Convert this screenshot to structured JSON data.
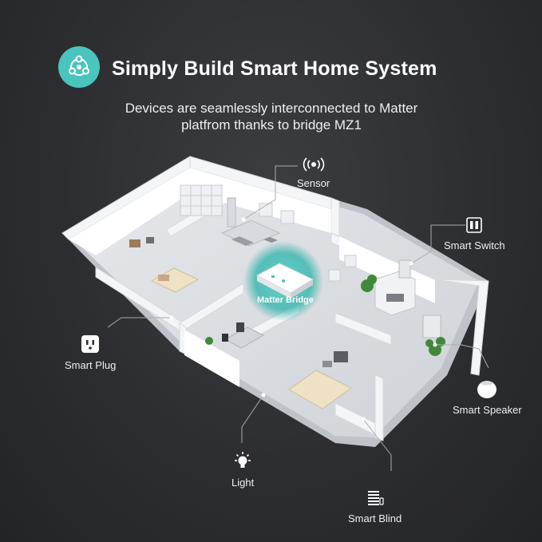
{
  "header": {
    "title": "Simply Build Smart Home System",
    "subtitle_line1": "Devices are seamlessly interconnected to Matter",
    "subtitle_line2": "platfrom thanks to bridge MZ1"
  },
  "bridge": {
    "label": "Matter Bridge"
  },
  "devices": {
    "sensor": {
      "label": "Sensor",
      "icon": "wireless-sensor-icon"
    },
    "smart_switch": {
      "label": "Smart Switch",
      "icon": "wall-switch-icon"
    },
    "smart_plug": {
      "label": "Smart Plug",
      "icon": "power-outlet-icon"
    },
    "smart_speaker": {
      "label": "Smart Speaker",
      "icon": "speaker-icon"
    },
    "light": {
      "label": "Light",
      "icon": "light-bulb-icon"
    },
    "smart_blind": {
      "label": "Smart Blind",
      "icon": "window-blind-icon"
    }
  },
  "colors": {
    "accent": "#4ac5bd",
    "background": "#2d2e31",
    "text": "#ffffff"
  }
}
